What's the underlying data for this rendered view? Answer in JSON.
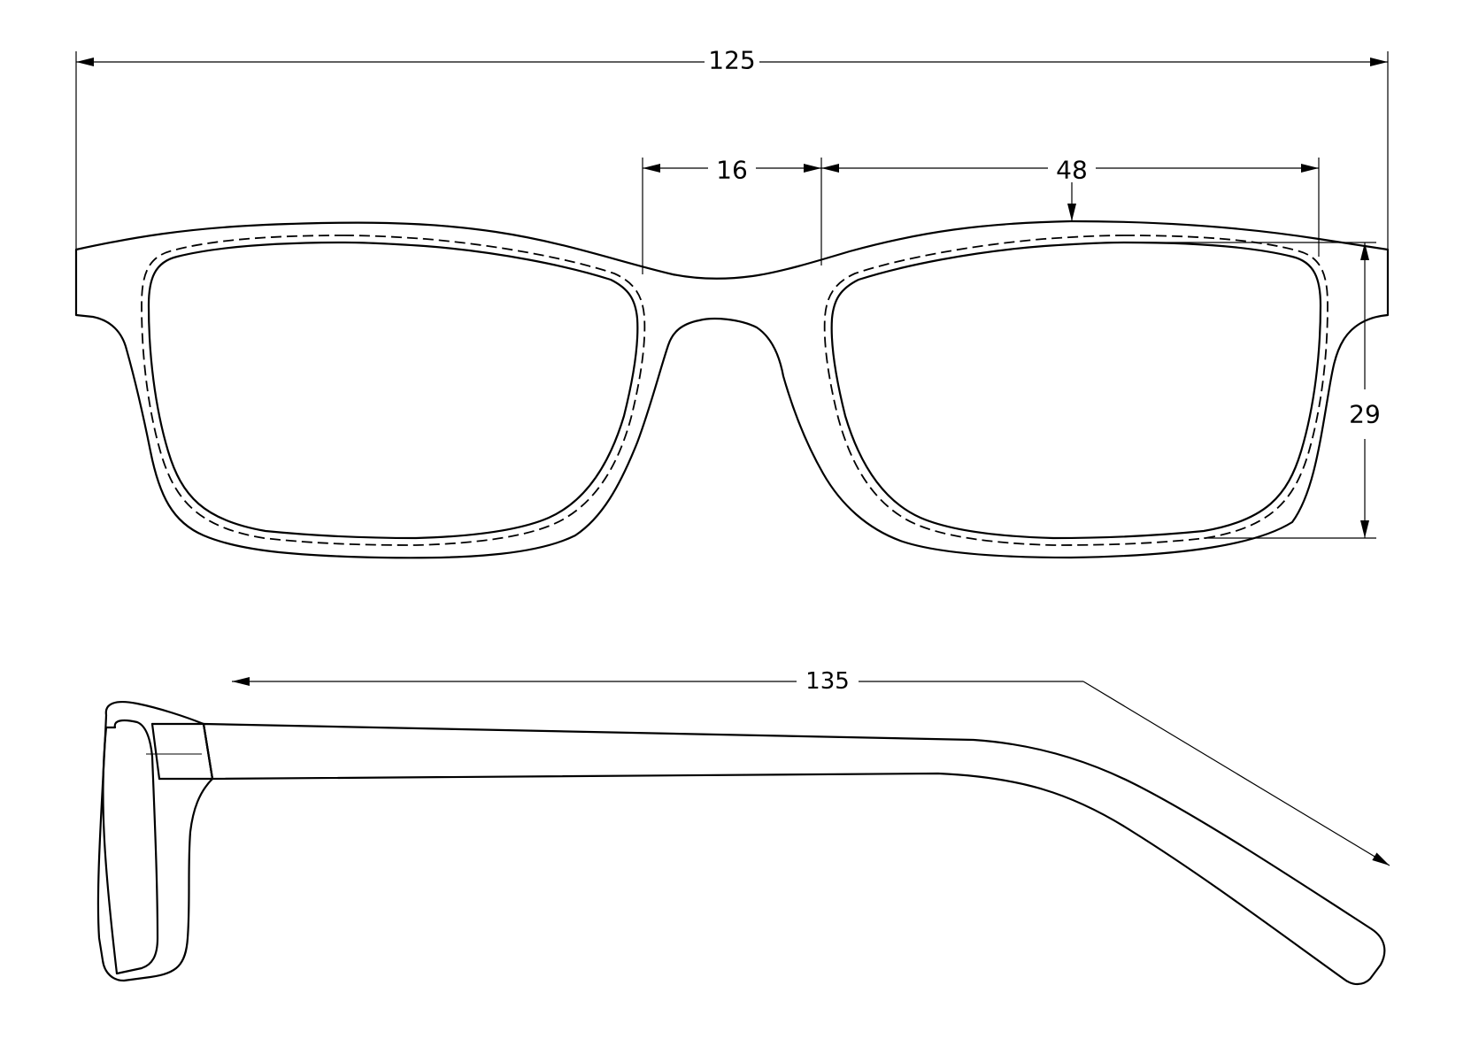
{
  "dimensions": {
    "total_width": "125",
    "bridge_width": "16",
    "lens_width": "48",
    "lens_height": "29",
    "temple_length": "135"
  }
}
